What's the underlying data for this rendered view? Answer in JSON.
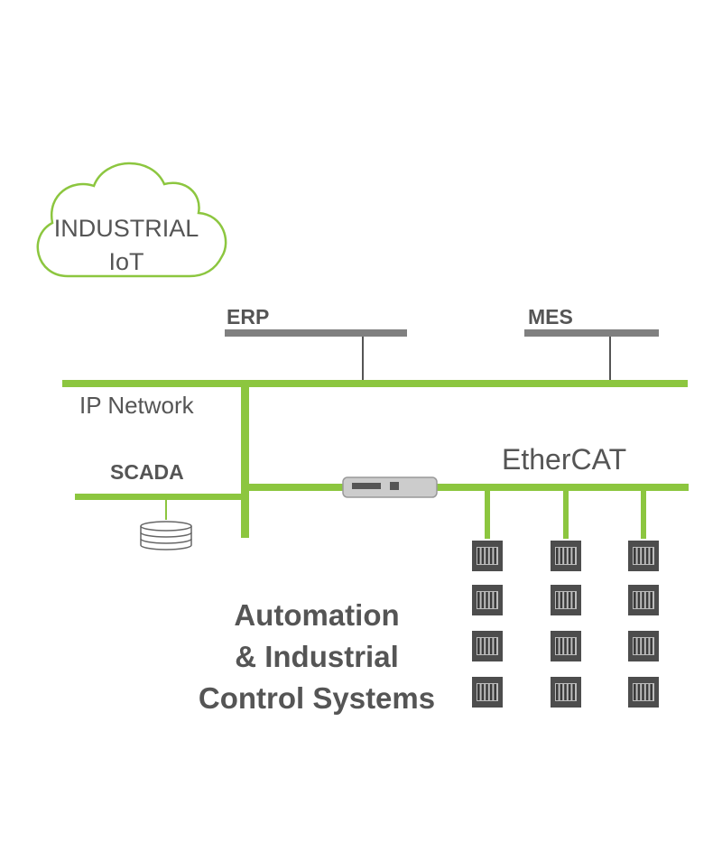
{
  "cloud": {
    "line1": "INDUSTRIAL",
    "line2": "IoT"
  },
  "systems": {
    "erp": "ERP",
    "mes": "MES",
    "scada": "SCADA"
  },
  "networks": {
    "ip": "IP Network",
    "ethercat": "EtherCAT"
  },
  "caption": {
    "line1": "Automation",
    "line2": "& Industrial",
    "line3": "Control Systems"
  },
  "colors": {
    "green": "#8cc63f",
    "gray": "#808080",
    "dark": "#4d4d4d",
    "cloud": "#8cc63f"
  },
  "icons": {
    "cloud": "cloud-icon",
    "database": "database-icon",
    "gateway": "gateway-icon",
    "io_module": "io-module-icon"
  }
}
